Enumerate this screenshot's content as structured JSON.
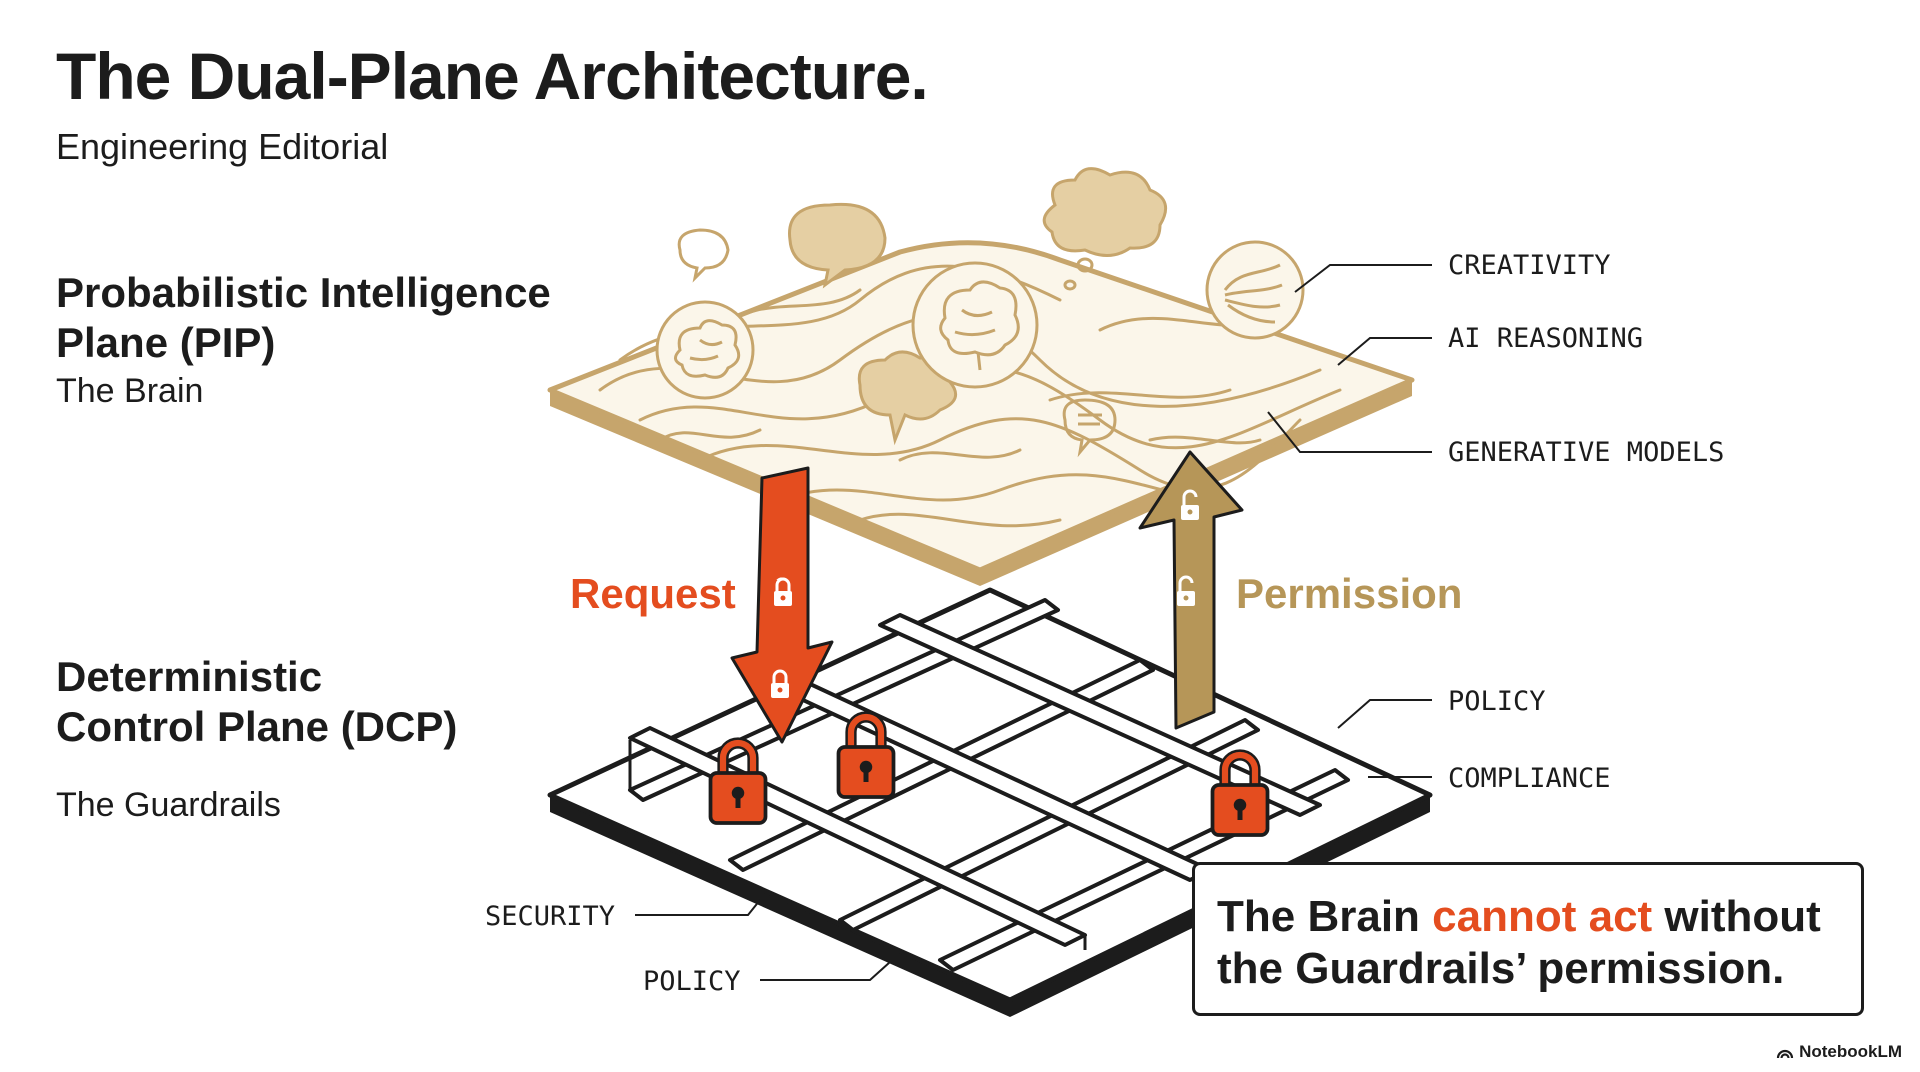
{
  "title": "The Dual-Plane Architecture.",
  "subtitle": "Engineering Editorial",
  "pip": {
    "title_line1": "Probabilistic Intelligence",
    "title_line2": "Plane (PIP)",
    "subtitle": "The Brain",
    "callouts": [
      "CREATIVITY",
      "AI REASONING",
      "GENERATIVE MODELS"
    ]
  },
  "dcp": {
    "title_line1": "Deterministic",
    "title_line2": "Control Plane (DCP)",
    "subtitle": "The Guardrails",
    "callouts_right": [
      "POLICY",
      "COMPLIANCE"
    ],
    "callouts_left": [
      "SECURITY",
      "POLICY"
    ]
  },
  "arrows": {
    "request": "Request",
    "permission": "Permission"
  },
  "takeaway": {
    "part1": "The Brain ",
    "highlight": "cannot act",
    "part2": " without",
    "line2": "the Guardrails’ permission."
  },
  "watermark": "NotebookLM",
  "colors": {
    "brain_tan": "#c6a56c",
    "request_orange": "#e44d1f",
    "permission_tan": "#b69658",
    "ink": "#1c1c1c"
  }
}
